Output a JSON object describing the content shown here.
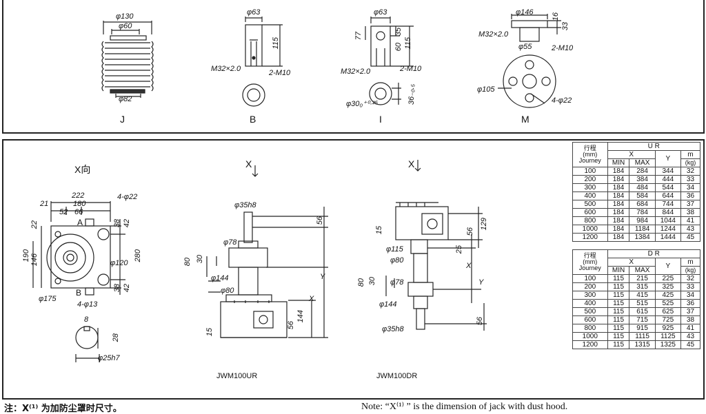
{
  "top": {
    "J": {
      "caption": "J",
      "d1": "φ130",
      "d2": "φ60",
      "d3": "φ82"
    },
    "B": {
      "caption": "B",
      "d1": "φ63",
      "h": "115",
      "thread": "M32×2.0",
      "screw": "2-M10"
    },
    "I": {
      "caption": "I",
      "d1": "φ63",
      "h1": "77",
      "h2": "35",
      "h3": "60",
      "h4": "115",
      "thread": "M32×2.0",
      "screw": "2-M10",
      "bore": "φ30₀⁺⁰·²⁵",
      "key": "36₋₀.₅"
    },
    "M": {
      "caption": "M",
      "d1": "φ146",
      "d2": "16",
      "d3": "33",
      "thread": "M32×2.0",
      "d4": "φ55",
      "screw": "2-M10",
      "pcd": "φ105",
      "holes": "4-φ22"
    }
  },
  "xview": {
    "title": "X向",
    "w1": "222",
    "w2": "180",
    "w3": "21",
    "w4": "52",
    "w5": "66",
    "holes": "4-φ22",
    "h1": "22",
    "h2": "190",
    "h3": "146",
    "h4": "280",
    "a": "A",
    "b": "B",
    "r1": "38",
    "r2": "42",
    "r3": "38",
    "r4": "42",
    "d1": "φ120",
    "d2": "φ175",
    "holes2": "4-φ13",
    "key": "8",
    "keyh": "28",
    "shaft": "φ25h7"
  },
  "ur": {
    "x": "X",
    "tip": "φ35h8",
    "t1": "56",
    "d78": "φ78",
    "h80": "80",
    "h30": "30",
    "d144": "φ144",
    "d80": "φ80",
    "Y": "Y",
    "X": "X",
    "h144": "144",
    "h56": "56",
    "h15": "15",
    "caption": "JWM100UR"
  },
  "dr": {
    "x": "X",
    "h15": "15",
    "h129": "129",
    "h56": "56",
    "d115": "φ115",
    "d80": "φ80",
    "h25": "25",
    "X": "X",
    "Y": "Y",
    "h80": "80",
    "h30": "30",
    "d78": "φ78",
    "d144": "φ144",
    "tip": "φ35h8",
    "t56": "56",
    "caption": "JWM100DR"
  },
  "table_ur": {
    "head_stroke": "行程",
    "head_mm": "(mm)",
    "head_journey": "Journey",
    "group": "U R",
    "x": "X",
    "min": "MIN",
    "max": "MAX",
    "y": "Y",
    "m": "m",
    "kg": "(kg)",
    "rows": [
      [
        "100",
        "184",
        "284",
        "344",
        "32"
      ],
      [
        "200",
        "184",
        "384",
        "444",
        "33"
      ],
      [
        "300",
        "184",
        "484",
        "544",
        "34"
      ],
      [
        "400",
        "184",
        "584",
        "644",
        "36"
      ],
      [
        "500",
        "184",
        "684",
        "744",
        "37"
      ],
      [
        "600",
        "184",
        "784",
        "844",
        "38"
      ],
      [
        "800",
        "184",
        "984",
        "1044",
        "41"
      ],
      [
        "1000",
        "184",
        "1184",
        "1244",
        "43"
      ],
      [
        "1200",
        "184",
        "1384",
        "1444",
        "45"
      ]
    ]
  },
  "table_dr": {
    "head_stroke": "行程",
    "head_mm": "(mm)",
    "head_journey": "Journey",
    "group": "D R",
    "x": "X",
    "min": "MIN",
    "max": "MAX",
    "y": "Y",
    "m": "m",
    "kg": "(kg)",
    "rows": [
      [
        "100",
        "115",
        "215",
        "225",
        "32"
      ],
      [
        "200",
        "115",
        "315",
        "325",
        "33"
      ],
      [
        "300",
        "115",
        "415",
        "425",
        "34"
      ],
      [
        "400",
        "115",
        "515",
        "525",
        "36"
      ],
      [
        "500",
        "115",
        "615",
        "625",
        "37"
      ],
      [
        "600",
        "115",
        "715",
        "725",
        "38"
      ],
      [
        "800",
        "115",
        "915",
        "925",
        "41"
      ],
      [
        "1000",
        "115",
        "1115",
        "1125",
        "43"
      ],
      [
        "1200",
        "115",
        "1315",
        "1325",
        "45"
      ]
    ]
  },
  "notes": {
    "cn": "注：X⁽¹⁾ 为加防尘罩时尺寸。",
    "en": "Note: “X⁽¹⁾ ” is the dimension of jack with dust hood."
  }
}
